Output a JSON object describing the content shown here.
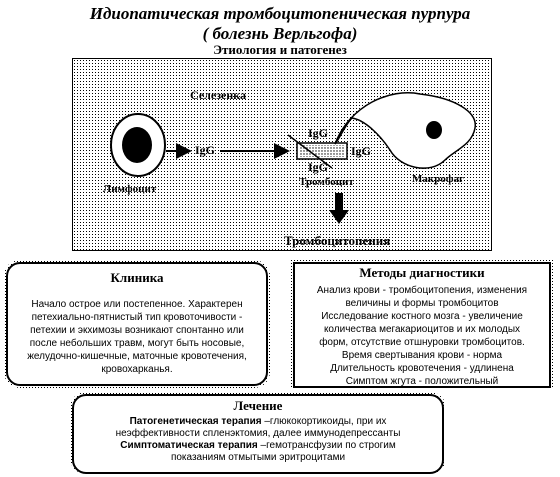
{
  "title_line1": "Идиопатическая тромбоцитопеническая пурпура",
  "title_line2": "( болезнь Верльгофа)",
  "subtitle": "Этиология и патогенез",
  "diagram": {
    "spleen": "Селезенка",
    "igg_free": "IgG",
    "igg_top": "IgG",
    "igg_right": "IgG",
    "igg_bottom": "IgG",
    "lymphocyte": "Лимфоцит",
    "platelet": "Тромбоцит",
    "macrophage": "Макрофаг",
    "thrombocytopenia": "Тромбоцитопения"
  },
  "clinic": {
    "heading": "Клиника",
    "lines": [
      "Начало острое или постепенное. Характерен",
      "петехиально-пятнистый тип кровоточивости -",
      "петехии и экхимозы возникают спонтанно или",
      "после небольших травм, могут быть носовые,",
      "желудочно-кишечные, маточные кровотечения,",
      "кровохарканья."
    ]
  },
  "diagnostics": {
    "heading": "Методы диагностики",
    "lines": [
      "Анализ крови - тромбоцитопения, изменения",
      "величины и формы тромбоцитов",
      "Исследование костного мозга - увеличение",
      "количества мегакариоцитов и их молодых",
      "форм, отсутствие отшнуровки тромбоцитов.",
      "Время свертывания крови - норма",
      "Длительность кровотечения - удлинена",
      "Симптом жгута - положительный"
    ]
  },
  "treatment": {
    "heading": "Лечение",
    "pathogenetic_label": "Патогенетическая терапия",
    "pathogenetic_text_1": " –глюкокортикоиды, при их",
    "pathogenetic_text_2": "неэффективности спленэктомия, далее иммунодепрессанты",
    "symptomatic_label": "Симптоматическая терапия",
    "symptomatic_text_1": " –гемотрансфузии по строгим",
    "symptomatic_text_2": "показаниям отмытыми эритроцитами"
  }
}
